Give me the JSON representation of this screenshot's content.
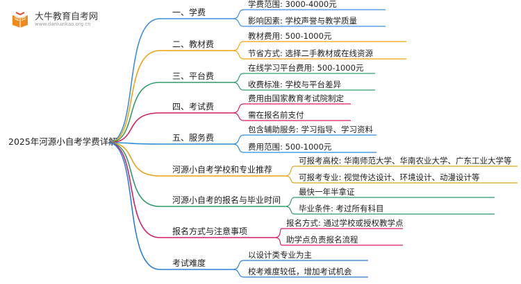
{
  "logo": {
    "title": "大牛教育自考网",
    "subtitle": "www.daniuzikao.org.cn"
  },
  "root": "2025年河源小自考学费详解",
  "branches": [
    {
      "label": "一、学费",
      "color": "#3b8de0",
      "children": [
        "学费范围: 3000-4000元",
        "影响因素: 学校声誉与教学质量"
      ]
    },
    {
      "label": "二、教材费",
      "color": "#f2a20c",
      "children": [
        "教材费用: 500-1000元",
        "节省方式: 选择二手教材或在线资源"
      ]
    },
    {
      "label": "三、平台费",
      "color": "#2e9c6a",
      "children": [
        "在线学习平台费用: 500-1000元",
        "收费标准: 学校与平台差异"
      ]
    },
    {
      "label": "四、考试费",
      "color": "#d81e5b",
      "children": [
        "费用由国家教育考试院制定",
        "需在报名前支付"
      ]
    },
    {
      "label": "五、服务费",
      "color": "#2a8bdc",
      "children": [
        "包含辅助服务: 学习指导、学习资料",
        "费用范围: 500-1000元"
      ]
    },
    {
      "label": "河源小自考学校和专业推荐",
      "color": "#e6a21a",
      "children": [
        "可报考高校: 华南师范大学、华南农业大学、广东工业大学等",
        "可报考专业: 视觉传达设计、环境设计、动漫设计等"
      ]
    },
    {
      "label": "河源小自考的报名与毕业时间",
      "color": "#2f9b6a",
      "children": [
        "最快一年半拿证",
        "毕业条件: 考过所有科目"
      ]
    },
    {
      "label": "报名方式与注意事项",
      "color": "#d11f6a",
      "children": [
        "报名方式: 通过学校或授权教学点",
        "助学点负责报名流程"
      ]
    },
    {
      "label": "考试难度",
      "color": "#2a7fd6",
      "children": [
        "以设计类专业为主",
        "校考难度较低，增加考试机会"
      ]
    }
  ]
}
